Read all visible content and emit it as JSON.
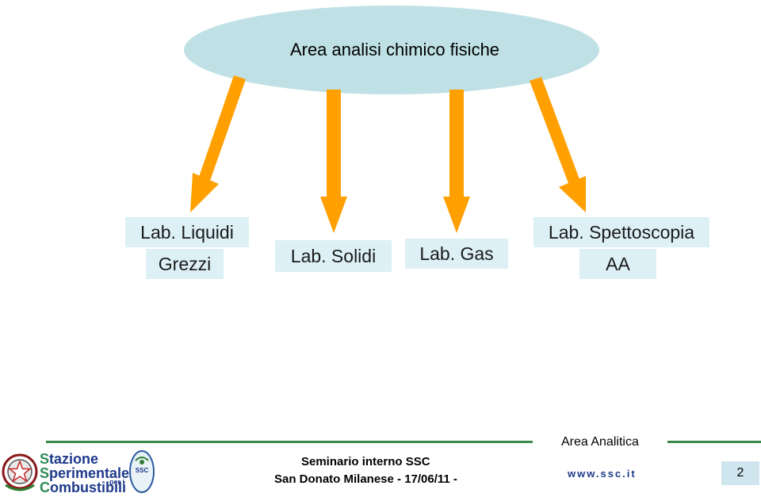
{
  "diagram": {
    "root_label": "Area analisi chimico fisiche",
    "nodes": [
      {
        "line1": "Lab. Liquidi",
        "line2": "Grezzi"
      },
      {
        "line1": "Lab. Solidi"
      },
      {
        "line1": "Lab. Gas"
      },
      {
        "line1": "Lab. Spettoscopia",
        "line2": "AA"
      }
    ]
  },
  "footer": {
    "seminar": "Seminario interno SSC",
    "location_date": "San Donato Milanese - 17/06/11 -",
    "section": "Area Analitica",
    "website": "www.ssc.it",
    "page_number": "2",
    "logo": {
      "line1_initial": "S",
      "line1_rest": "tazione",
      "line2_initial": "S",
      "line2_rest": "perimentale",
      "per_i": "per i",
      "line3_initial": "C",
      "line3_rest": "ombustibili",
      "seal_text": "SSC"
    }
  },
  "colors": {
    "ellipse": "#bfe1e5",
    "arrow": "#ffa000",
    "box": "#ddf0f6",
    "footer_line": "#3a8a4a",
    "page_box": "#cfe6ee"
  }
}
